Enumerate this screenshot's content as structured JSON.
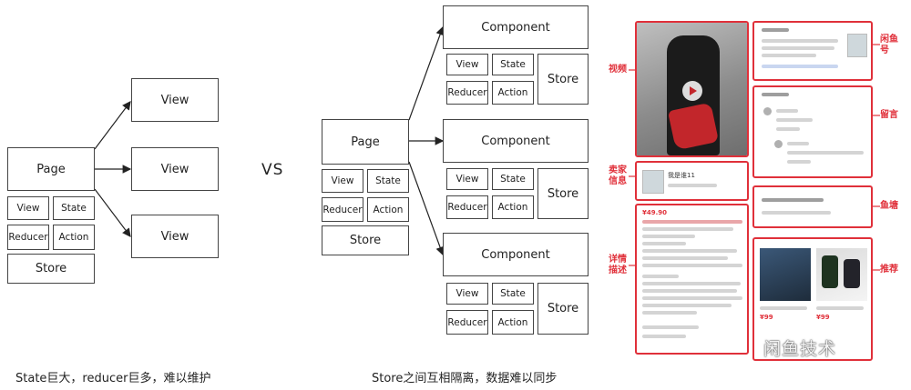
{
  "left": {
    "page": "Page",
    "view": "View",
    "state": "State",
    "reducer": "Reducer",
    "action": "Action",
    "store": "Store",
    "views": [
      "View",
      "View",
      "View"
    ],
    "caption": "State巨大，reducer巨多，难以维护"
  },
  "vs": "VS",
  "middle": {
    "page": "Page",
    "view": "View",
    "state": "State",
    "reducer": "Reducer",
    "action": "Action",
    "store": "Store",
    "components": [
      {
        "title": "Component",
        "view": "View",
        "state": "State",
        "reducer": "Reducer",
        "action": "Action",
        "store": "Store"
      },
      {
        "title": "Component",
        "view": "View",
        "state": "State",
        "reducer": "Reducer",
        "action": "Action",
        "store": "Store"
      },
      {
        "title": "Component",
        "view": "View",
        "state": "State",
        "reducer": "Reducer",
        "action": "Action",
        "store": "Store"
      }
    ],
    "caption": "Store之间互相隔离，数据难以同步"
  },
  "phone": {
    "labels_left": [
      "视频",
      "卖家信息",
      "详情描述"
    ],
    "labels_right": [
      "闲鱼号",
      "留言",
      "鱼塘",
      "推荐"
    ],
    "seller_name": "我是谁11",
    "price": "¥49.90",
    "rec_prices": [
      "¥99",
      "¥99"
    ],
    "watermark": "闲鱼技术",
    "accent": "#e0303a"
  }
}
